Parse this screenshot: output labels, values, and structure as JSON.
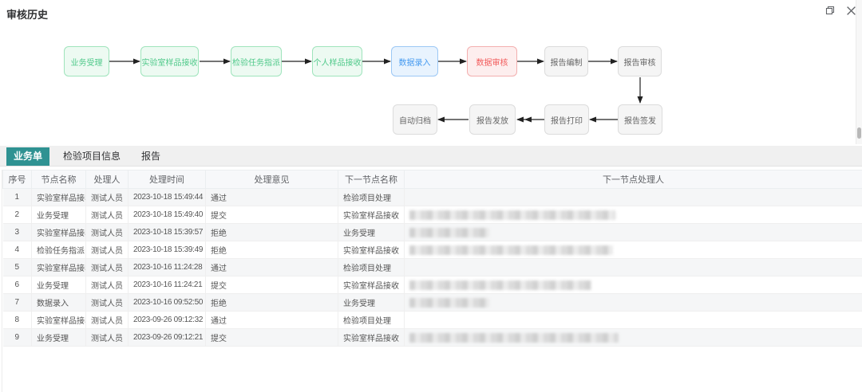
{
  "window": {
    "title": "审核历史",
    "restore_button": "restore",
    "close_button": "close"
  },
  "colors": {
    "accent_teal": "#2f9292",
    "flow_green_text": "#4fc98a",
    "flow_blue_text": "#459af0",
    "flow_red_text": "#f25c5c",
    "flow_gray_text": "#666666",
    "arrow": "#222222"
  },
  "flow": {
    "row1": [
      {
        "label": "业务受理",
        "state": "green"
      },
      {
        "label": "实验室样品接收",
        "state": "green"
      },
      {
        "label": "检验任务指派",
        "state": "green"
      },
      {
        "label": "个人样品接收",
        "state": "green"
      },
      {
        "label": "数据录入",
        "state": "blue"
      },
      {
        "label": "数据审核",
        "state": "red"
      },
      {
        "label": "报告编制",
        "state": "gray"
      },
      {
        "label": "报告审核",
        "state": "gray"
      }
    ],
    "row2": [
      {
        "label": "自动归档",
        "state": "gray"
      },
      {
        "label": "报告发放",
        "state": "gray"
      },
      {
        "label": "报告打印",
        "state": "gray"
      },
      {
        "label": "报告签发",
        "state": "gray"
      }
    ]
  },
  "tabs": [
    {
      "label": "业务单",
      "active": true
    },
    {
      "label": "检验项目信息",
      "active": false
    },
    {
      "label": "报告",
      "active": false
    }
  ],
  "table": {
    "columns": [
      "序号",
      "节点名称",
      "处理人",
      "处理时间",
      "处理意见",
      "下一节点名称",
      "下一节点处理人"
    ],
    "rows": [
      {
        "seq": "1",
        "node": "实验室样品接收",
        "handler": "测试人员",
        "time": "2023-10-18 15:49:44",
        "opinion": "通过",
        "next_node": "检验项目处理",
        "next_handler_redacted": false,
        "redaction_width": 0
      },
      {
        "seq": "2",
        "node": "业务受理",
        "handler": "测试人员",
        "time": "2023-10-18 15:49:40",
        "opinion": "提交",
        "next_node": "实验室样品接收",
        "next_handler_redacted": true,
        "redaction_width": 258
      },
      {
        "seq": "3",
        "node": "实验室样品接收",
        "handler": "测试人员",
        "time": "2023-10-18 15:39:57",
        "opinion": "拒绝",
        "next_node": "业务受理",
        "next_handler_redacted": true,
        "redaction_width": 100
      },
      {
        "seq": "4",
        "node": "检验任务指派",
        "handler": "测试人员",
        "time": "2023-10-18 15:39:49",
        "opinion": "拒绝",
        "next_node": "实验室样品接收",
        "next_handler_redacted": true,
        "redaction_width": 255
      },
      {
        "seq": "5",
        "node": "实验室样品接收",
        "handler": "测试人员",
        "time": "2023-10-16 11:24:28",
        "opinion": "通过",
        "next_node": "检验项目处理",
        "next_handler_redacted": false,
        "redaction_width": 0
      },
      {
        "seq": "6",
        "node": "业务受理",
        "handler": "测试人员",
        "time": "2023-10-16 11:24:21",
        "opinion": "提交",
        "next_node": "实验室样品接收",
        "next_handler_redacted": true,
        "redaction_width": 228
      },
      {
        "seq": "7",
        "node": "数据录入",
        "handler": "测试人员",
        "time": "2023-10-16 09:52:50",
        "opinion": "拒绝",
        "next_node": "业务受理",
        "next_handler_redacted": true,
        "redaction_width": 100
      },
      {
        "seq": "8",
        "node": "实验室样品接收",
        "handler": "测试人员",
        "time": "2023-09-26 09:12:32",
        "opinion": "通过",
        "next_node": "检验项目处理",
        "next_handler_redacted": false,
        "redaction_width": 0
      },
      {
        "seq": "9",
        "node": "业务受理",
        "handler": "测试人员",
        "time": "2023-09-26 09:12:21",
        "opinion": "提交",
        "next_node": "实验室样品接收",
        "next_handler_redacted": true,
        "redaction_width": 262
      }
    ]
  }
}
